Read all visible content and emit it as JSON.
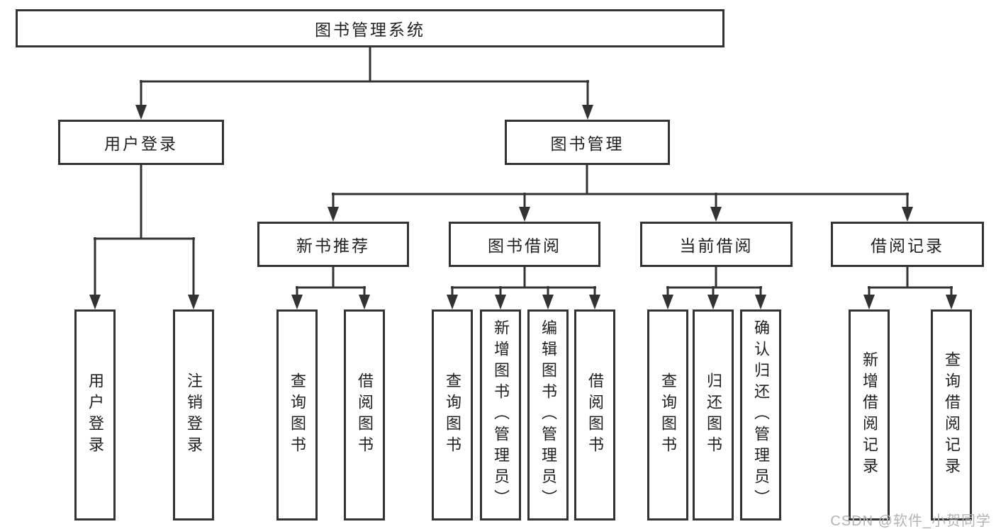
{
  "colors": {
    "line": "#333333",
    "text": "#212121",
    "background": "#ffffff",
    "watermark": "#b3b3b3"
  },
  "diagram": {
    "root": {
      "label": "图书管理系统"
    },
    "branches": [
      {
        "label": "用户登录",
        "children": [
          {
            "label": "用户登录"
          },
          {
            "label": "注销登录"
          }
        ]
      },
      {
        "label": "图书管理",
        "sections": [
          {
            "label": "新书推荐",
            "children": [
              {
                "label": "查询图书"
              },
              {
                "label": "借阅图书"
              }
            ]
          },
          {
            "label": "图书借阅",
            "children": [
              {
                "label": "查询图书"
              },
              {
                "label": "新增图书（管理员）"
              },
              {
                "label": "编辑图书（管理员）"
              },
              {
                "label": "借阅图书"
              }
            ]
          },
          {
            "label": "当前借阅",
            "children": [
              {
                "label": "查询图书"
              },
              {
                "label": "归还图书"
              },
              {
                "label": "确认归还（管理员）"
              }
            ]
          },
          {
            "label": "借阅记录",
            "children": [
              {
                "label": "新增借阅记录"
              },
              {
                "label": "查询借阅记录"
              }
            ]
          }
        ]
      }
    ]
  },
  "watermark": {
    "text": "CSDN @软件_小贺同学"
  }
}
